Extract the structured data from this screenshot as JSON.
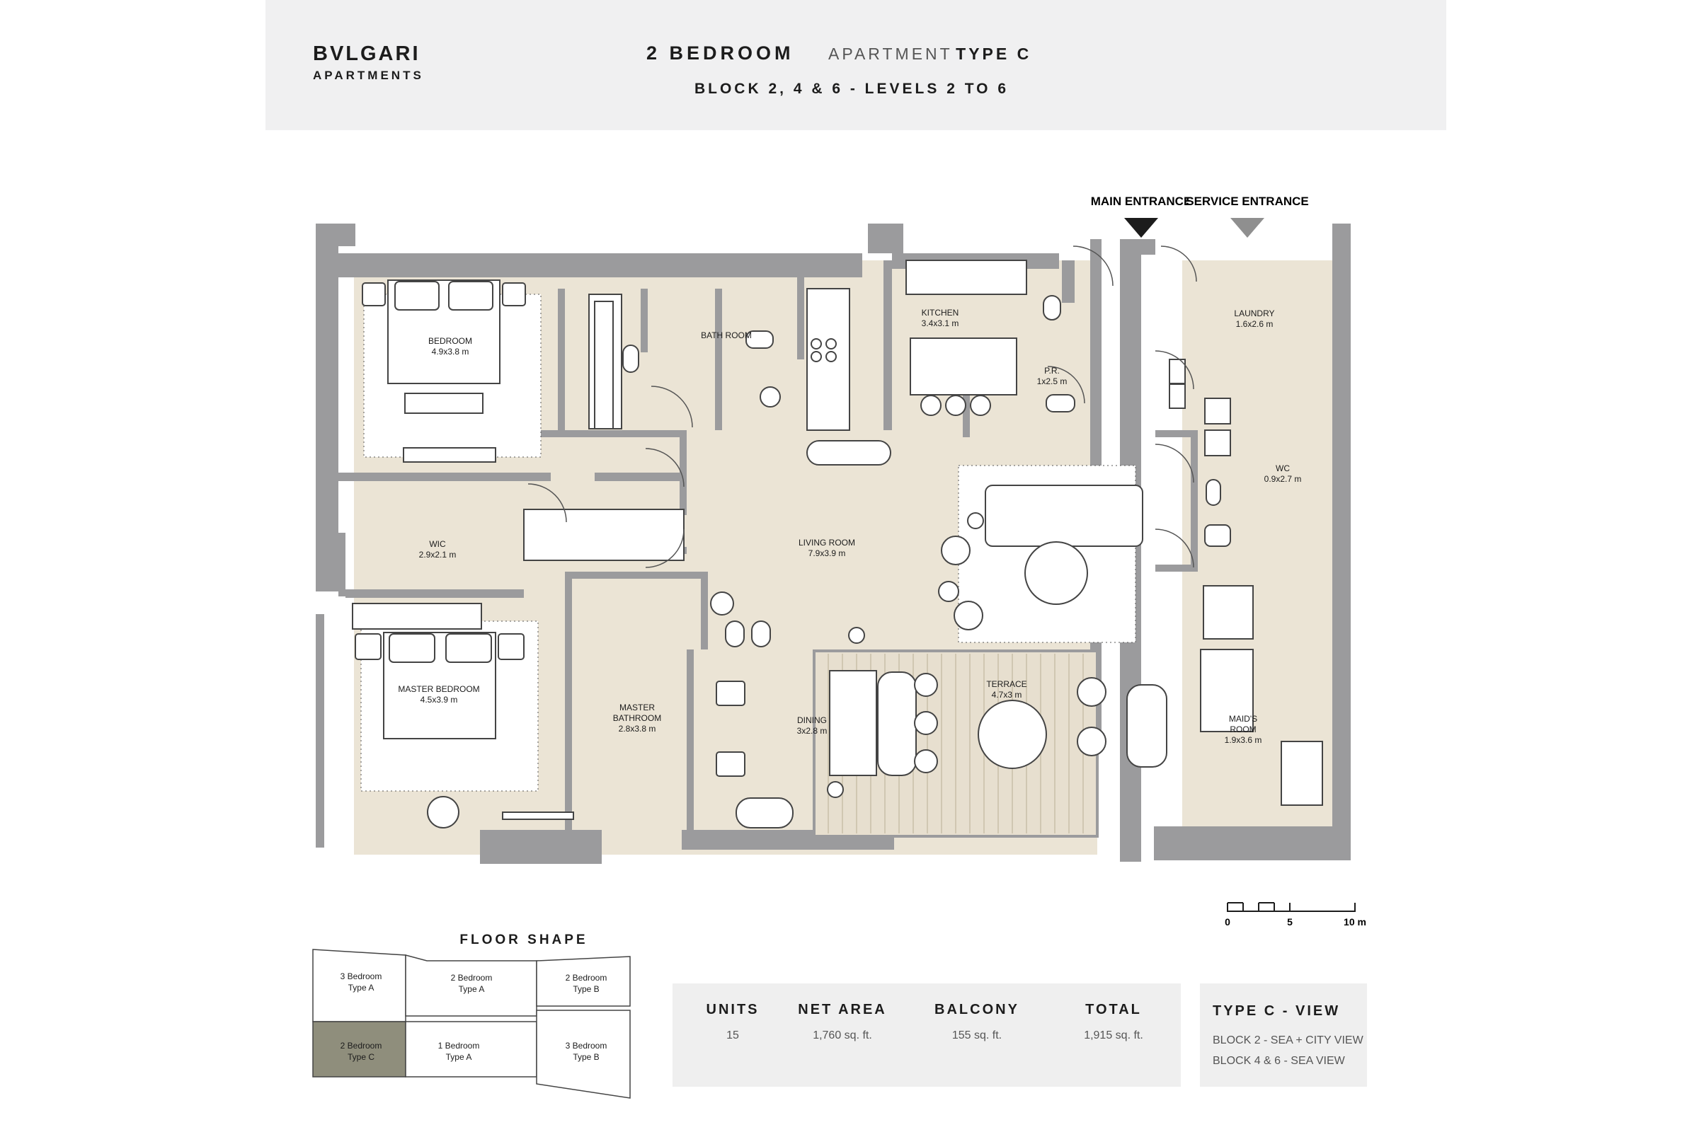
{
  "brand": {
    "name": "BVLGARI",
    "subtitle": "APARTMENTS"
  },
  "title": {
    "bedrooms": "2 BEDROOM",
    "apartment_word": "APARTMENT",
    "type": "TYPE C",
    "blocks": "BLOCK 2, 4 & 6 - LEVELS 2 TO 6"
  },
  "entrances": {
    "main": "MAIN ENTRANCE",
    "service": "SERVICE ENTRANCE"
  },
  "rooms": {
    "bedroom": {
      "name": "BEDROOM",
      "size": "4.9x3.8 m"
    },
    "bathroom": {
      "name": "BATH ROOM"
    },
    "kitchen": {
      "name": "KITCHEN",
      "size": "3.4x3.1 m"
    },
    "pr": {
      "name": "P.R.",
      "size": "1x2.5 m"
    },
    "laundry": {
      "name": "LAUNDRY",
      "size": "1.6x2.6 m"
    },
    "wic": {
      "name": "WIC",
      "size": "2.9x2.1 m"
    },
    "living": {
      "name": "LIVING ROOM",
      "size": "7.9x3.9 m"
    },
    "wc": {
      "name": "WC",
      "size": "0.9x2.7 m"
    },
    "master_bedroom": {
      "name": "MASTER BEDROOM",
      "size": "4.5x3.9 m"
    },
    "master_bathroom": {
      "name1": "MASTER",
      "name2": "BATHROOM",
      "size": "2.8x3.8 m"
    },
    "dining": {
      "name": "DINING",
      "size": "3x2.8 m"
    },
    "terrace": {
      "name": "TERRACE",
      "size": "4.7x3 m"
    },
    "maids": {
      "name1": "MAID'S",
      "name2": "ROOM",
      "size": "1.9x3.6 m"
    }
  },
  "scale": {
    "labels": [
      "0",
      "5",
      "10 m"
    ]
  },
  "floor_shape": {
    "title": "FLOOR SHAPE",
    "units": [
      {
        "l1": "3 Bedroom",
        "l2": "Type A"
      },
      {
        "l1": "2 Bedroom",
        "l2": "Type A"
      },
      {
        "l1": "2 Bedroom",
        "l2": "Type B"
      },
      {
        "l1": "2 Bedroom",
        "l2": "Type C"
      },
      {
        "l1": "1 Bedroom",
        "l2": "Type A"
      },
      {
        "l1": "3 Bedroom",
        "l2": "Type B"
      }
    ]
  },
  "stats": [
    {
      "label": "UNITS",
      "value": "15"
    },
    {
      "label": "NET AREA",
      "value": "1,760 sq. ft."
    },
    {
      "label": "BALCONY",
      "value": "155 sq. ft."
    },
    {
      "label": "TOTAL",
      "value": "1,915 sq. ft."
    }
  ],
  "view": {
    "title": "TYPE C - VIEW",
    "lines": [
      "BLOCK 2  - SEA + CITY VIEW",
      "BLOCK 4 & 6 - SEA VIEW"
    ]
  },
  "colors": {
    "wall": "#9b9b9d",
    "floor": "#ebe4d5",
    "terrace": "#e7dfcf",
    "highlight": "#8f8e7c",
    "header_bg": "#f0f0f1"
  }
}
